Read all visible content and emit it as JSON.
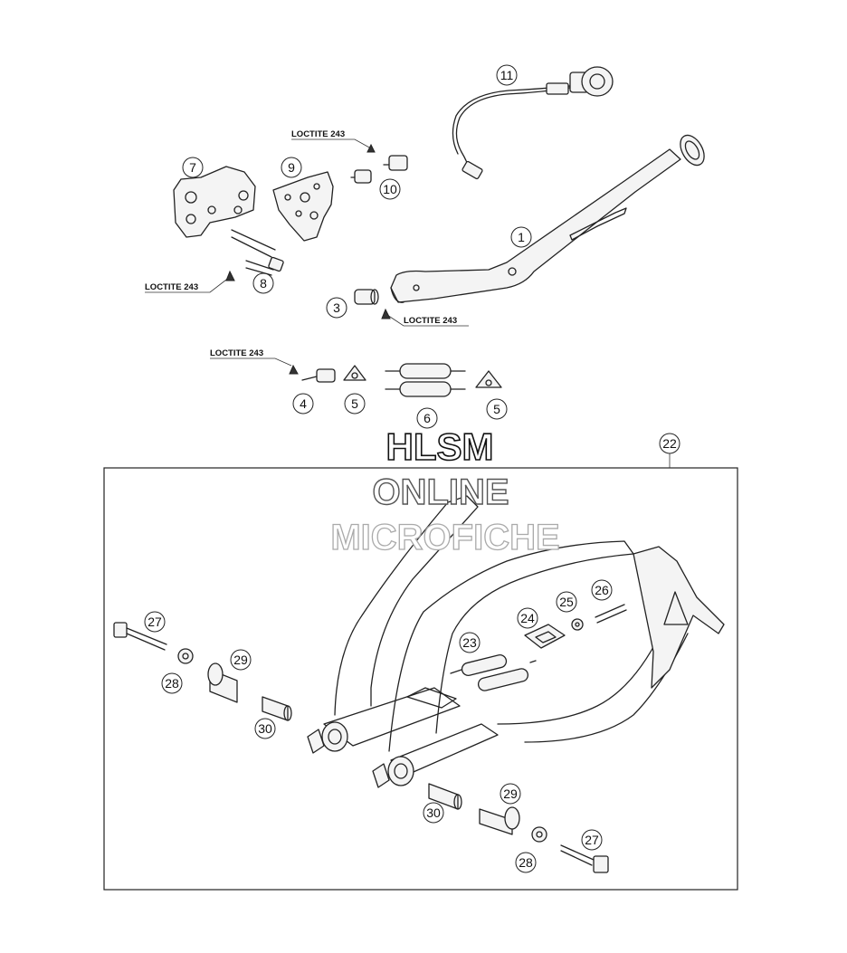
{
  "watermark": {
    "line1": "HLSM",
    "line2": "ONLINE",
    "line3": "MICROFICHE"
  },
  "loctite_labels": [
    "LOCTITE 243",
    "LOCTITE 243",
    "LOCTITE 243",
    "LOCTITE 243"
  ],
  "callouts": {
    "c1": "1",
    "c3": "3",
    "c4": "4",
    "c5a": "5",
    "c5b": "5",
    "c6": "6",
    "c7": "7",
    "c8": "8",
    "c9": "9",
    "c10": "10",
    "c11": "11",
    "c22": "22",
    "c23": "23",
    "c24": "24",
    "c25": "25",
    "c26": "26",
    "c27a": "27",
    "c27b": "27",
    "c28a": "28",
    "c28b": "28",
    "c29a": "29",
    "c29b": "29",
    "c30a": "30",
    "c30b": "30"
  }
}
